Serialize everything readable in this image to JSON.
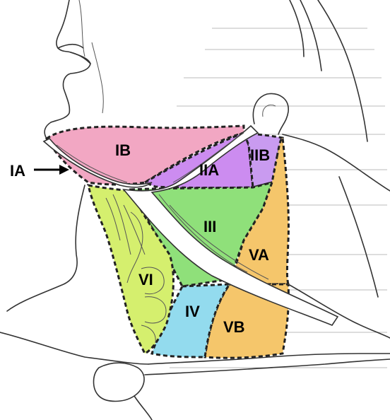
{
  "labels": {
    "ia": "IA",
    "ib": "IB",
    "iia": "IIA",
    "iib": "IIB",
    "iii": "III",
    "iv": "IV",
    "va": "VA",
    "vb": "VB",
    "vi": "VI"
  },
  "colors": {
    "level_ib": "#f2a7c3",
    "level_iia": "#cc8cf0",
    "level_iib": "#c99bf0",
    "level_iii": "#8fe07a",
    "level_iv": "#93dbee",
    "level_va": "#f5c66b",
    "level_vb": "#f5c66b",
    "level_vi": "#d5ef6e",
    "outline": "#333333",
    "background": "#ffffff"
  }
}
